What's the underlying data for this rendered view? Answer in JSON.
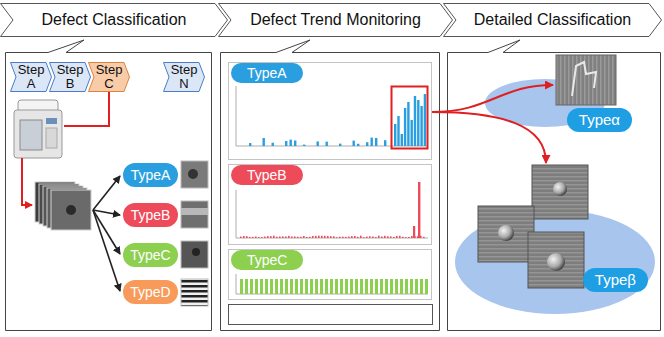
{
  "diagram": {
    "nodes": [
      {
        "text": [
          "Defect Classification"
        ]
      },
      {
        "text": [
          "Defect Trend Monitoring"
        ]
      },
      {
        "text": [
          "Detailed Classification"
        ]
      },
      {
        "text": [
          "Step A"
        ]
      },
      {
        "text": [
          "Step B"
        ]
      },
      {
        "text": [
          "Step C"
        ]
      },
      {
        "text": [
          "Step N"
        ]
      },
      {
        "text": [
          "TypeA"
        ]
      },
      {
        "text": [
          "TypeB"
        ]
      },
      {
        "text": [
          "TypeC"
        ]
      },
      {
        "text": [
          "TypeD"
        ]
      },
      {
        "text": [
          "TypeA"
        ]
      },
      {
        "text": [
          "TypeB"
        ]
      },
      {
        "text": [
          "TypeC"
        ]
      },
      {
        "text": [
          "Typeα"
        ]
      },
      {
        "text": [
          "Typeβ"
        ]
      }
    ],
    "edges": [
      {
        "from": 11,
        "to": 14,
        "arrow": "to"
      },
      {
        "from": 11,
        "to": 15,
        "arrow": "to"
      }
    ]
  }
}
